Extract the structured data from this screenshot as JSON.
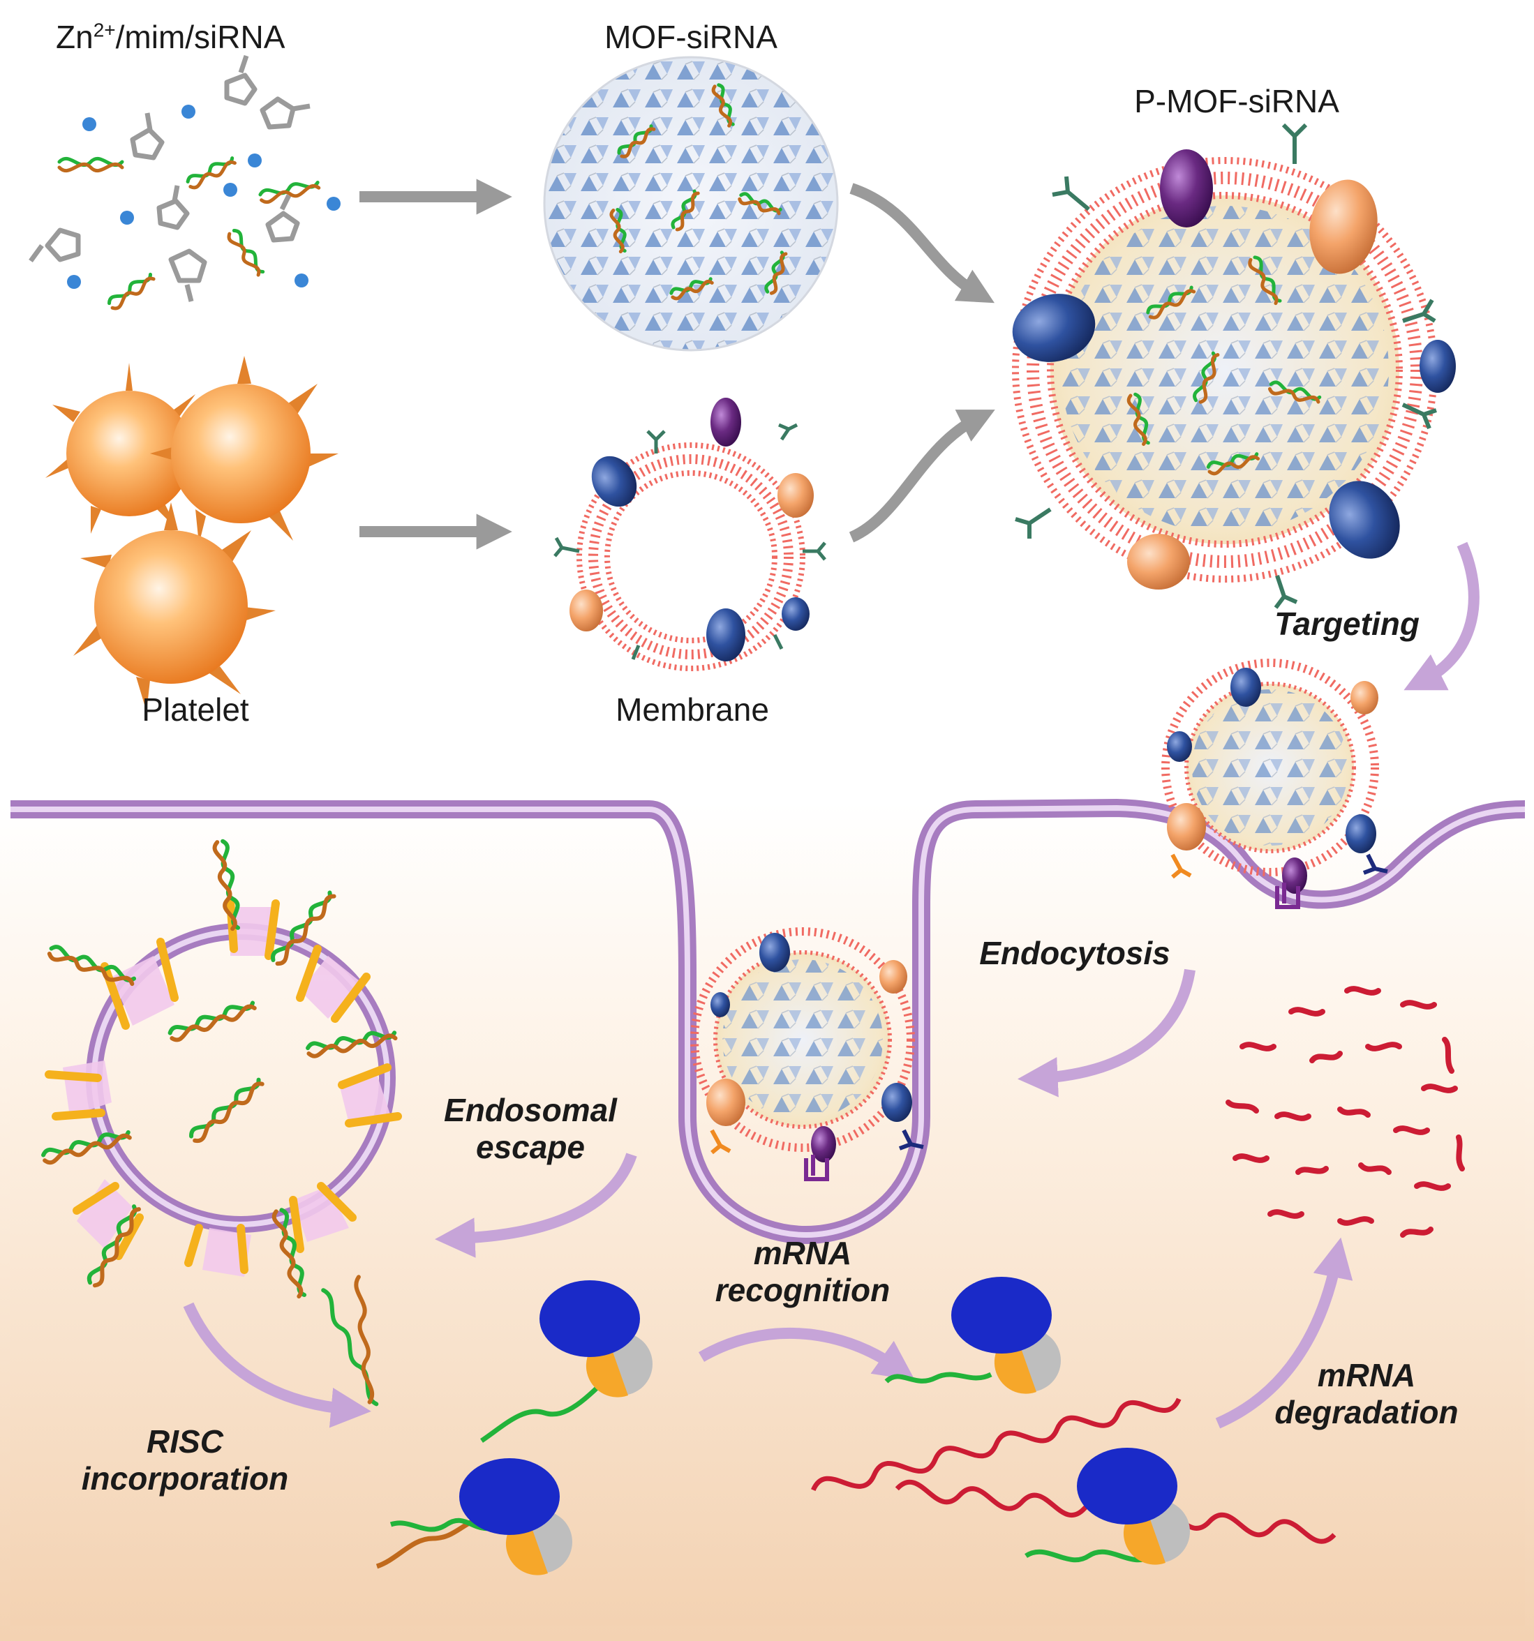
{
  "labels": {
    "precursors_prefix": "Zn",
    "precursors_sup": "2+",
    "precursors_suffix": "/mim/siRNA",
    "mof_sirna": "MOF-siRNA",
    "p_mof_sirna": "P-MOF-siRNA",
    "platelet": "Platelet",
    "membrane": "Membrane"
  },
  "steps": {
    "targeting": "Targeting",
    "endocytosis": "Endocytosis",
    "endosomal_escape": [
      "Endosomal",
      "escape"
    ],
    "mrna_recognition": [
      "mRNA",
      "recognition"
    ],
    "mrna_degradation": [
      "mRNA",
      "degradation"
    ],
    "risc_incorporation": [
      "RISC",
      "incorporation"
    ]
  },
  "colors": {
    "cell_membrane": "#a77cc0",
    "lipid_bilayer": "#f06a62",
    "mof_core": "#f6e6c0",
    "platelet": "#f2963a",
    "protein_blue": "#2c4d94",
    "protein_purple": "#6a2a82",
    "protein_peach": "#f0a068",
    "sirna_green": "#22b33a",
    "sirna_orange": "#c06a1c",
    "mrna_red": "#cc1c34",
    "argonaute_blue": "#1a2ac8",
    "arrow_gray": "#9a9a9a",
    "arrow_lilac": "#c6a4d8",
    "cytoplasm": "#f3d7bb"
  }
}
